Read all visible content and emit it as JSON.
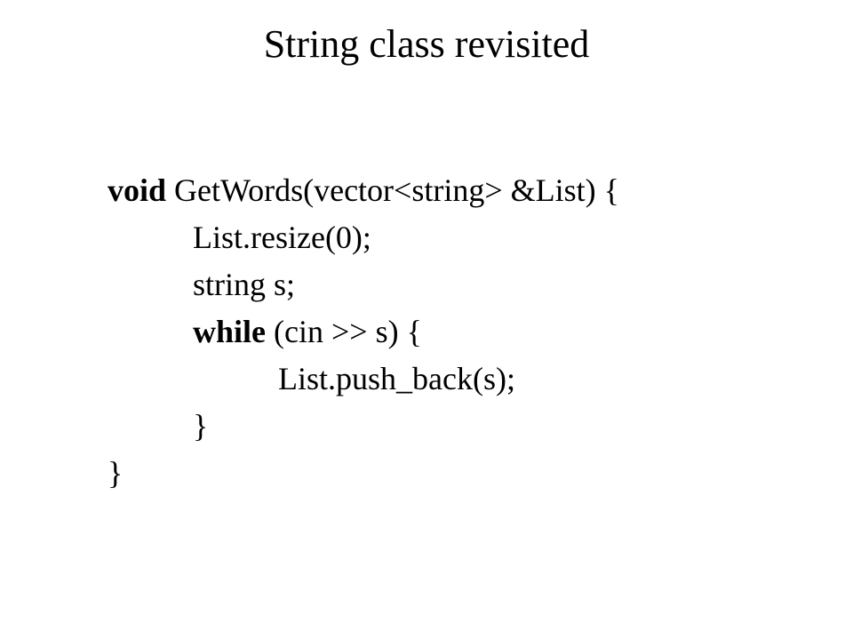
{
  "slide": {
    "title": "String class revisited",
    "code": {
      "line1_keyword": "void",
      "line1_rest": " GetWords(vector<string> &List) {",
      "line2": "List.resize(0);",
      "line3": "string s;",
      "line4_keyword": "while",
      "line4_rest": " (cin >> s) {",
      "line5": "List.push_back(s);",
      "line6": "}",
      "line7": "}"
    }
  }
}
